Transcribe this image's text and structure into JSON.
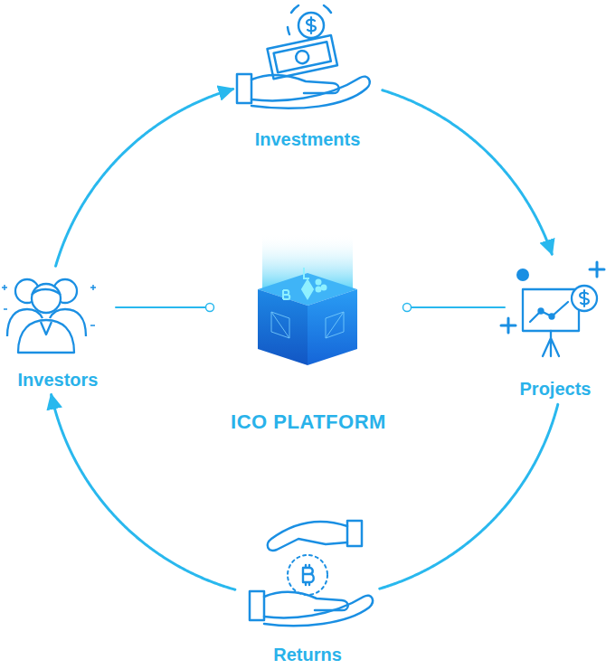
{
  "diagram": {
    "nodes": [
      {
        "text": [
          "Investments"
        ]
      },
      {
        "text": [
          "Investors"
        ]
      },
      {
        "text": [
          "ICO PLATFORM"
        ]
      },
      {
        "text": [
          "Projects"
        ]
      },
      {
        "text": [
          "Returns"
        ]
      }
    ],
    "edges": [
      {
        "from": 1,
        "to": 0,
        "arrow": "to"
      },
      {
        "from": 0,
        "to": 3,
        "arrow": "to"
      },
      {
        "from": 3,
        "to": 4,
        "arrow": "none"
      },
      {
        "from": 4,
        "to": 1,
        "arrow": "to"
      },
      {
        "from": 1,
        "to": 2,
        "arrow": "none"
      },
      {
        "from": 2,
        "to": 3,
        "arrow": "none"
      }
    ]
  }
}
